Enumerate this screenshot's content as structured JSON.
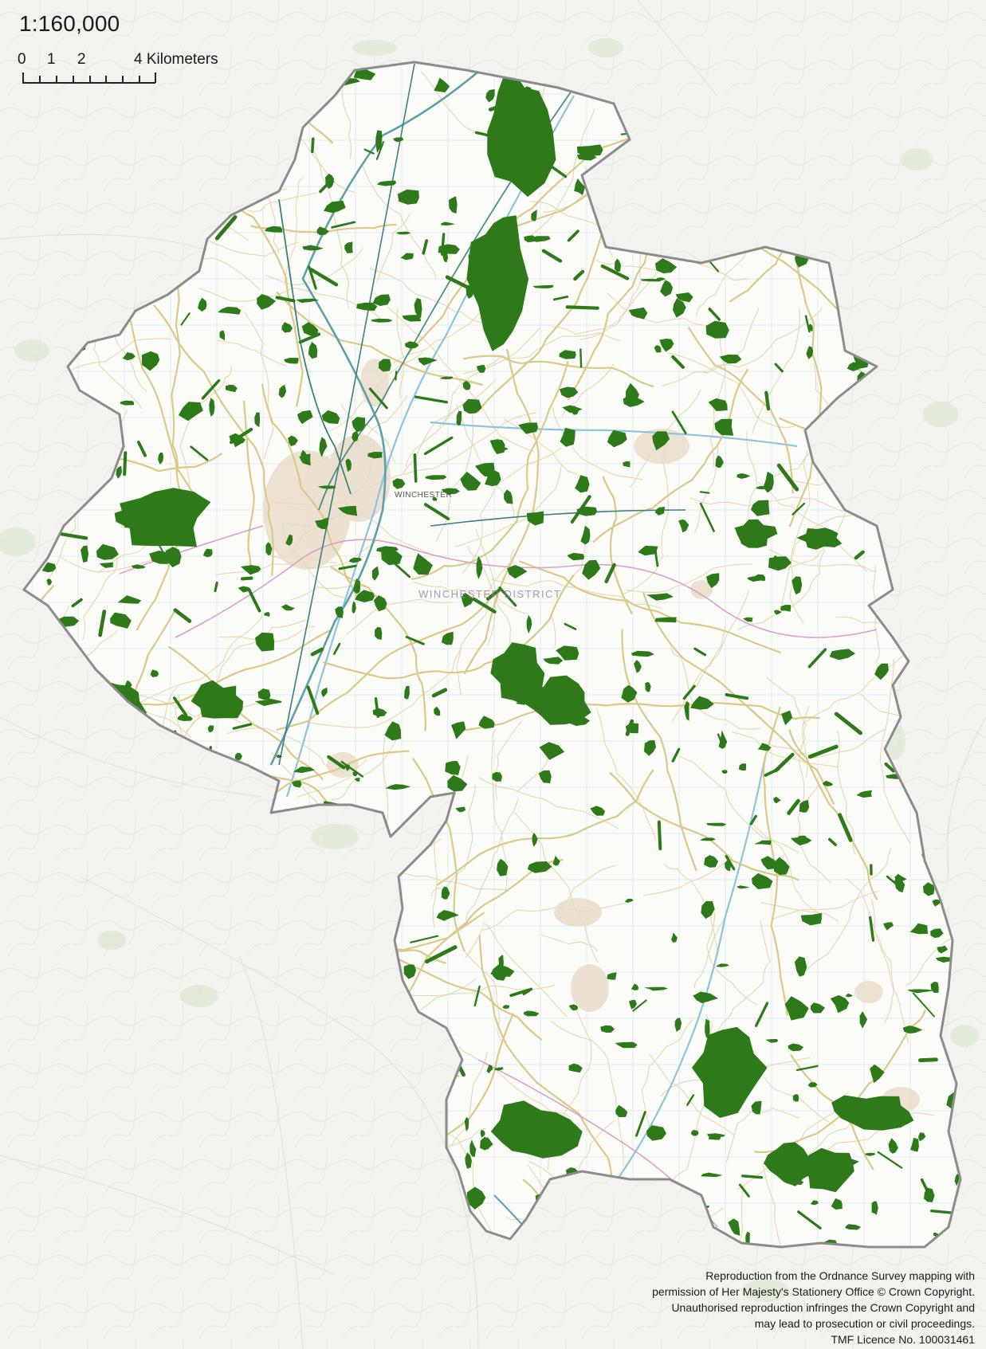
{
  "scale": {
    "ratio": "1:160,000",
    "ticks": [
      {
        "label": "0",
        "km": 0
      },
      {
        "label": "1",
        "km": 1
      },
      {
        "label": "2",
        "km": 2
      },
      {
        "label": "4 Kilometers",
        "km": 4
      }
    ],
    "minor_divisions": 8
  },
  "map_labels": {
    "town": "WINCHESTER",
    "district": "WINCHESTER DISTRICT"
  },
  "copyright": {
    "line1": "Reproduction from the Ordnance Survey mapping with",
    "line2": "permission of Her Majesty's Stationery Office © Crown Copyright.",
    "line3": "Unauthorised reproduction infringes the Crown Copyright and",
    "line4": "may lead to prosecution or civil proceedings.",
    "line5": "TMF Licence No. 100031461"
  },
  "colors": {
    "woodland": "#2e7a1b",
    "boundary": "#8c8c8c",
    "district_fill": "#fbfbf8",
    "basemap": "#f2f2ee",
    "roads_major": "#d9c98a",
    "railway": "#3f7f7a",
    "motorway": "#5fa0a8"
  }
}
